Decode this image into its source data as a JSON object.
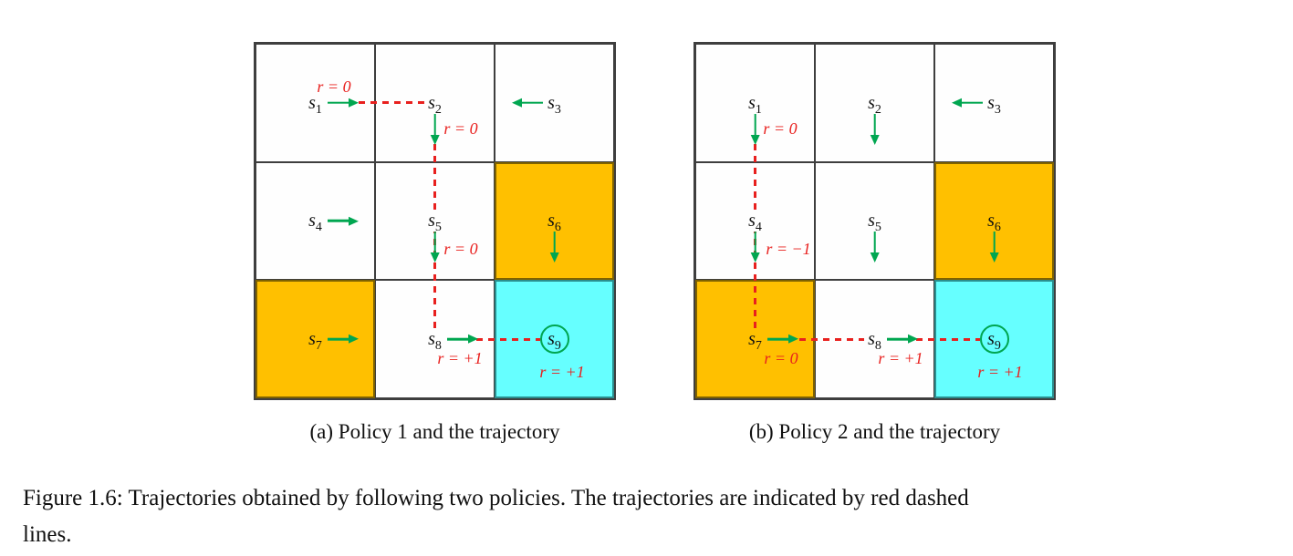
{
  "figure": {
    "subcaption_a": "(a) Policy 1 and the trajectory",
    "subcaption_b": "(b) Policy 2 and the trajectory",
    "caption_line1": "Figure 1.6: Trajectories obtained by following two policies. The trajectories are indicated by red dashed",
    "caption_line2": "lines."
  },
  "colors": {
    "policy_arrow_green": "#00a650",
    "trajectory_red": "#e8201e",
    "forbidden_cell_fill": "#ffc000",
    "forbidden_cell_border": "#7f6200",
    "target_cell_fill": "#66ffff",
    "target_cell_border": "#2b8f8f",
    "grid_line": "#3e3e3e"
  },
  "grid_a": {
    "title": "Policy 1",
    "cells": [
      {
        "base": "s",
        "sub": "1",
        "type": "normal",
        "action": "right"
      },
      {
        "base": "s",
        "sub": "2",
        "type": "normal",
        "action": "down"
      },
      {
        "base": "s",
        "sub": "3",
        "type": "normal",
        "action": "left"
      },
      {
        "base": "s",
        "sub": "4",
        "type": "normal",
        "action": "right"
      },
      {
        "base": "s",
        "sub": "5",
        "type": "normal",
        "action": "down"
      },
      {
        "base": "s",
        "sub": "6",
        "type": "forbidden",
        "action": "down"
      },
      {
        "base": "s",
        "sub": "7",
        "type": "forbidden",
        "action": "right"
      },
      {
        "base": "s",
        "sub": "8",
        "type": "normal",
        "action": "right"
      },
      {
        "base": "s",
        "sub": "9",
        "type": "target",
        "action": "stay"
      }
    ],
    "rewards": [
      {
        "text": "r = 0",
        "at": "s1-right"
      },
      {
        "text": "r = 0",
        "at": "s2-down"
      },
      {
        "text": "r = 0",
        "at": "s5-down"
      },
      {
        "text": "r = +1",
        "at": "s8-right"
      },
      {
        "text": "r = +1",
        "at": "s9-stay"
      }
    ]
  },
  "grid_b": {
    "title": "Policy 2",
    "cells": [
      {
        "base": "s",
        "sub": "1",
        "type": "normal",
        "action": "down"
      },
      {
        "base": "s",
        "sub": "2",
        "type": "normal",
        "action": "down"
      },
      {
        "base": "s",
        "sub": "3",
        "type": "normal",
        "action": "left"
      },
      {
        "base": "s",
        "sub": "4",
        "type": "normal",
        "action": "down"
      },
      {
        "base": "s",
        "sub": "5",
        "type": "normal",
        "action": "down"
      },
      {
        "base": "s",
        "sub": "6",
        "type": "forbidden",
        "action": "down"
      },
      {
        "base": "s",
        "sub": "7",
        "type": "forbidden",
        "action": "right"
      },
      {
        "base": "s",
        "sub": "8",
        "type": "normal",
        "action": "right"
      },
      {
        "base": "s",
        "sub": "9",
        "type": "target",
        "action": "stay"
      }
    ],
    "rewards": [
      {
        "text": "r = 0",
        "at": "s1-down"
      },
      {
        "text": "r = −1",
        "at": "s4-down"
      },
      {
        "text": "r = 0",
        "at": "s7-right"
      },
      {
        "text": "r = +1",
        "at": "s8-right"
      },
      {
        "text": "r = +1",
        "at": "s9-stay"
      }
    ]
  }
}
